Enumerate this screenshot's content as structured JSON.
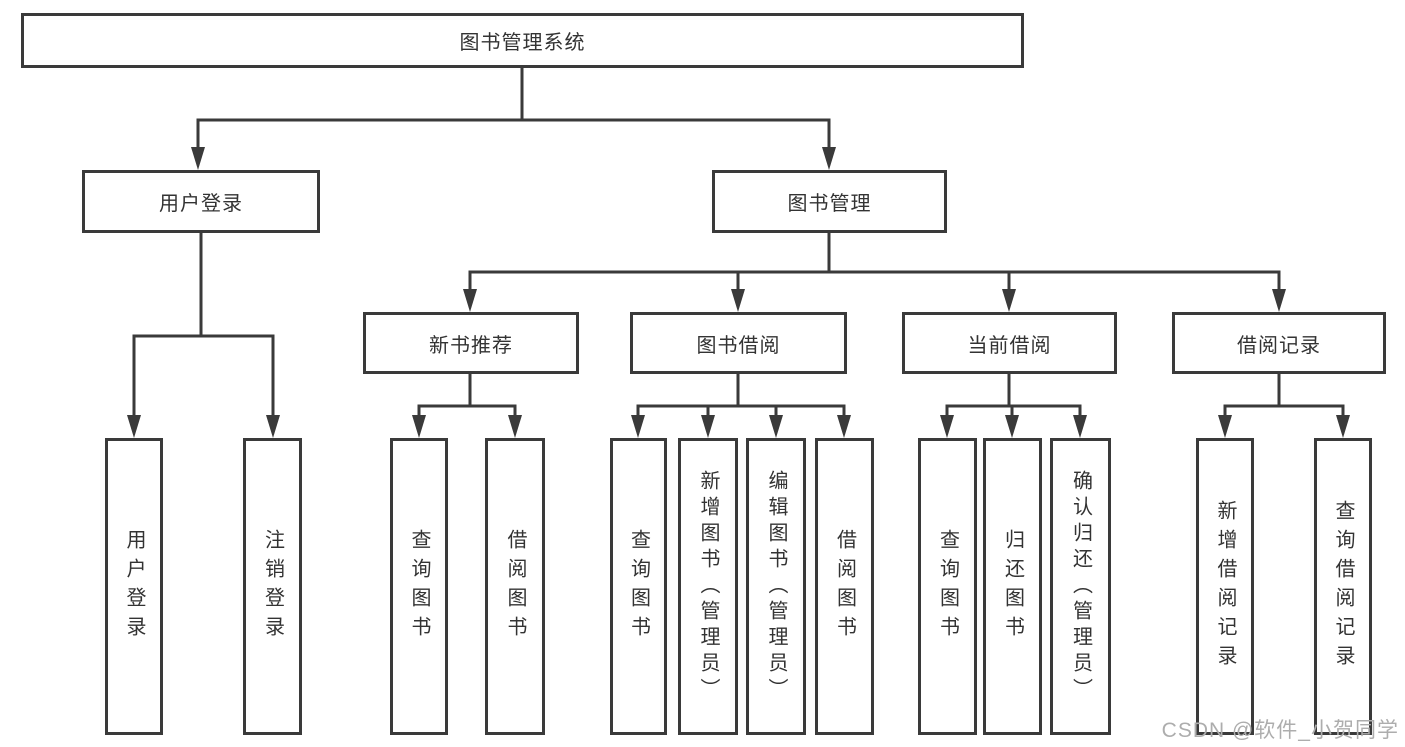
{
  "diagram": {
    "root": "图书管理系统",
    "level2": [
      {
        "label": "用户登录",
        "leaves": [
          "用户登录",
          "注销登录"
        ]
      },
      {
        "label": "图书管理",
        "level3": [
          {
            "label": "新书推荐",
            "leaves": [
              "查询图书",
              "借阅图书"
            ]
          },
          {
            "label": "图书借阅",
            "leaves": [
              "查询图书",
              "新增图书（管理员）",
              "编辑图书（管理员）",
              "借阅图书"
            ]
          },
          {
            "label": "当前借阅",
            "leaves": [
              "查询图书",
              "归还图书",
              "确认归还（管理员）"
            ]
          },
          {
            "label": "借阅记录",
            "leaves": [
              "新增借阅记录",
              "查询借阅记录"
            ]
          }
        ]
      }
    ]
  },
  "watermark": "CSDN @软件_小贺同学",
  "colors": {
    "line": "#3a3a3a",
    "text": "#333333",
    "watermark": "#adadad",
    "background": "#ffffff"
  }
}
